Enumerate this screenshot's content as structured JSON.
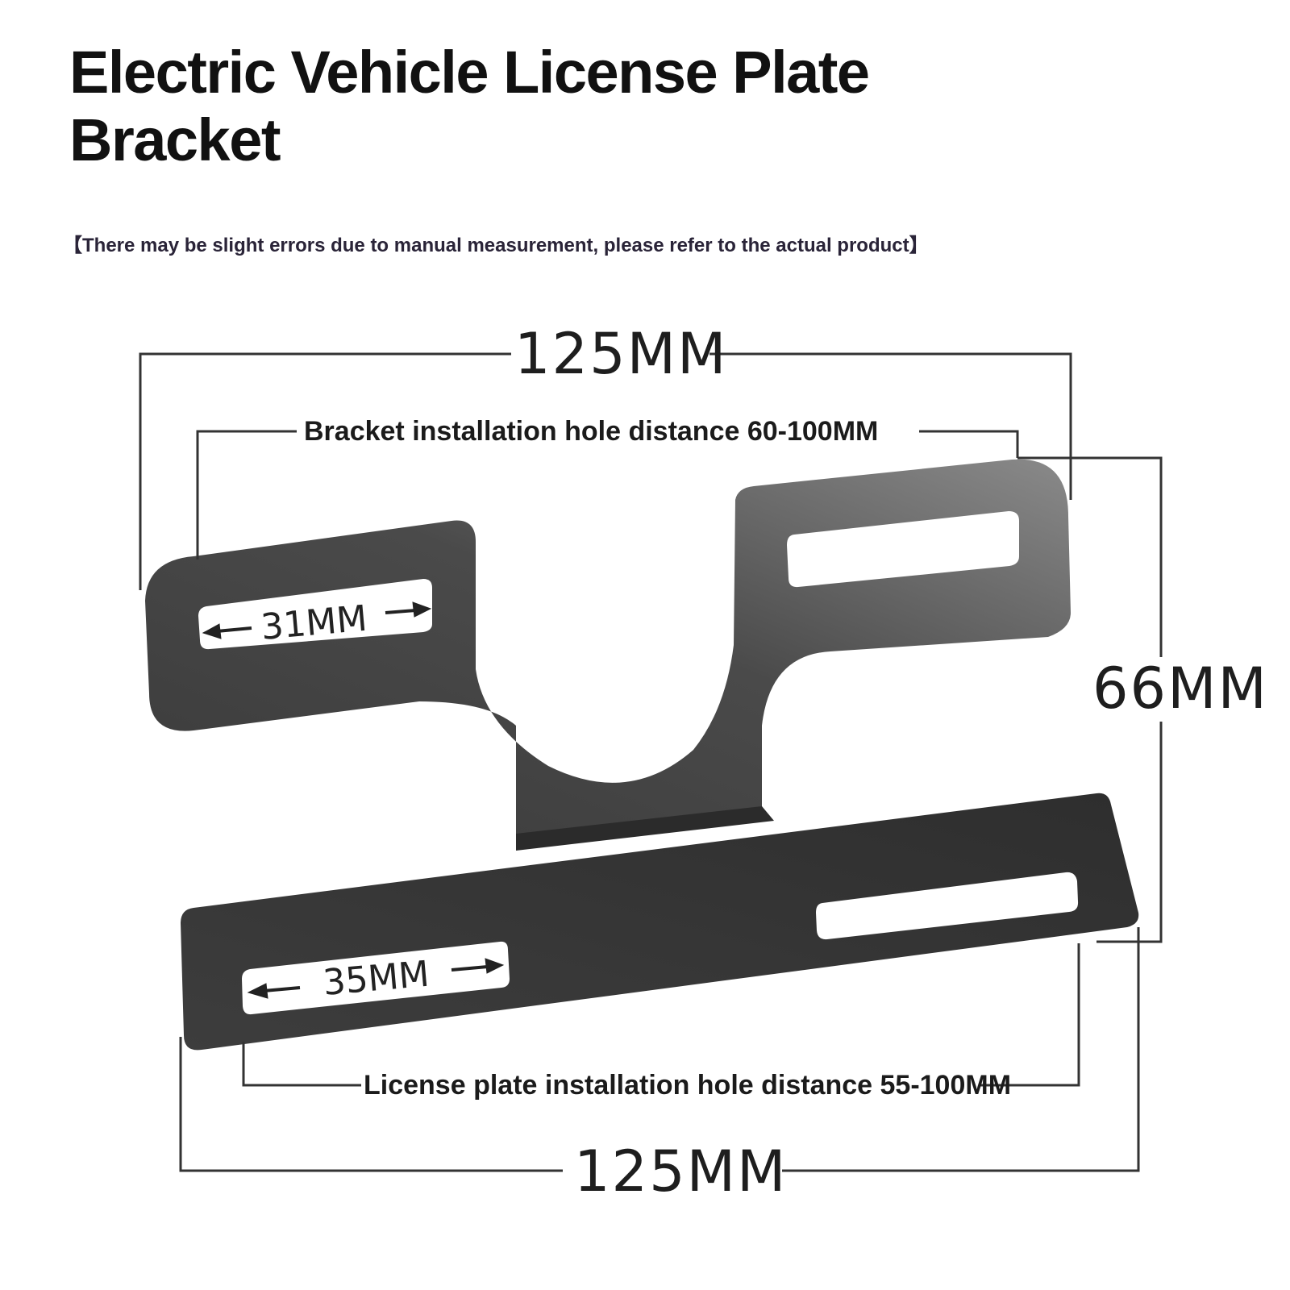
{
  "title": "Electric Vehicle License Plate Bracket",
  "note": "【There may be slight errors due to manual measurement, please refer to the actual product】",
  "dimensions": {
    "top_width": "125MM",
    "bottom_width": "125MM",
    "height": "66MM",
    "upper_slot": "31MM",
    "lower_slot": "35MM",
    "bracket_hole_distance": "Bracket installation hole distance 60-100MM",
    "plate_hole_distance": "License plate installation hole distance 55-100MM"
  },
  "colors": {
    "bracket_dark": "#3a3a3a",
    "bracket_light": "#6e6e6e",
    "dimension_line": "#333333"
  }
}
